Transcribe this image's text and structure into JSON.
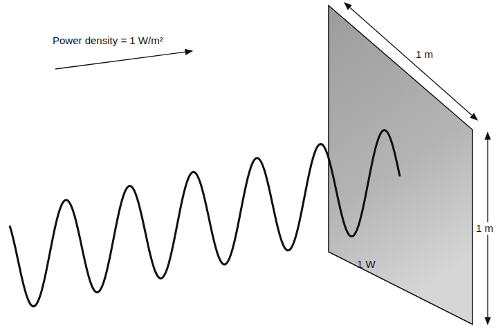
{
  "diagram": {
    "labels": [
      "Power density = 1 W/m²",
      "1 m",
      "1 m",
      "1 W"
    ]
  }
}
